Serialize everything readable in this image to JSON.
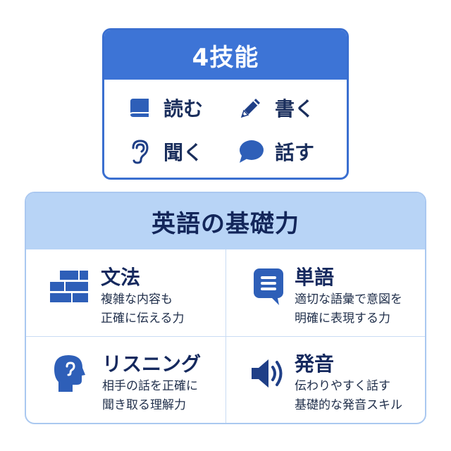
{
  "skills": {
    "title": "4技能",
    "items": [
      {
        "label": "読む",
        "icon": "book-icon"
      },
      {
        "label": "書く",
        "icon": "pencil-icon"
      },
      {
        "label": "聞く",
        "icon": "ear-icon"
      },
      {
        "label": "話す",
        "icon": "speech-bubble-icon"
      }
    ]
  },
  "foundations": {
    "title": "英語の基礎力",
    "items": [
      {
        "title": "文法",
        "desc1": "複雑な内容も",
        "desc2": "正確に伝える力",
        "icon": "bricks-icon"
      },
      {
        "title": "単語",
        "desc1": "適切な語彙で意図を",
        "desc2": "明確に表現する力",
        "icon": "note-bubble-icon"
      },
      {
        "title": "リスニング",
        "desc1": "相手の話を正確に",
        "desc2": "聞き取る理解力",
        "icon": "head-listening-icon"
      },
      {
        "title": "発音",
        "desc1": "伝わりやすく話す",
        "desc2": "基礎的な発音スキル",
        "icon": "speaker-icon"
      }
    ]
  },
  "colors": {
    "primary_blue": "#3d74d6",
    "light_blue": "#b8d4f6",
    "navy_text": "#1a2e5c",
    "icon_blue": "#2e5fb8"
  }
}
